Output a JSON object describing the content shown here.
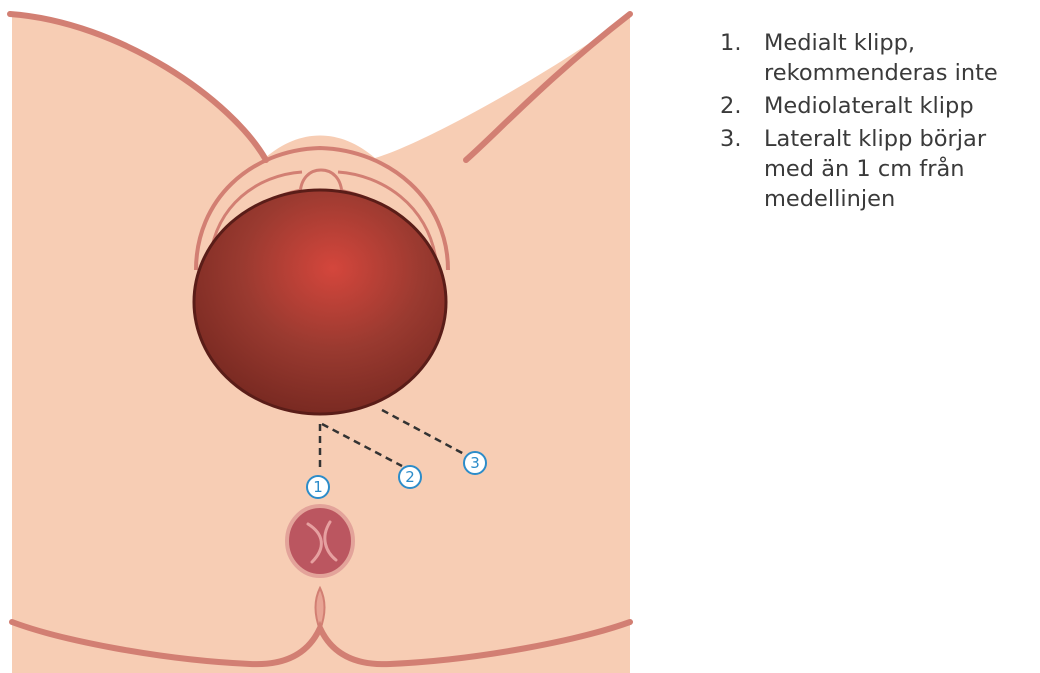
{
  "markers": [
    {
      "label": "1",
      "description": "Medialt klipp, rekommenderas inte"
    },
    {
      "label": "2",
      "description": "Mediolateralt klipp"
    },
    {
      "label": "3",
      "description": "Lateralt klipp börjar med än 1 cm från medellinjen"
    }
  ],
  "legend": [
    {
      "number": "1.",
      "text": "Medialt klipp, rekommenderas inte"
    },
    {
      "number": "2.",
      "text": "Mediolateralt klipp"
    },
    {
      "number": "3.",
      "text": "Lateralt klipp börjar med än 1 cm från medellinjen"
    }
  ],
  "colors": {
    "skin": "#f7cdb4",
    "outline": "#d27f73",
    "head_dark": "#7a2a22",
    "head_light": "#d4463c",
    "anus": "#bb5660",
    "marker": "#2c8cc9",
    "cut_line": "#333333"
  }
}
